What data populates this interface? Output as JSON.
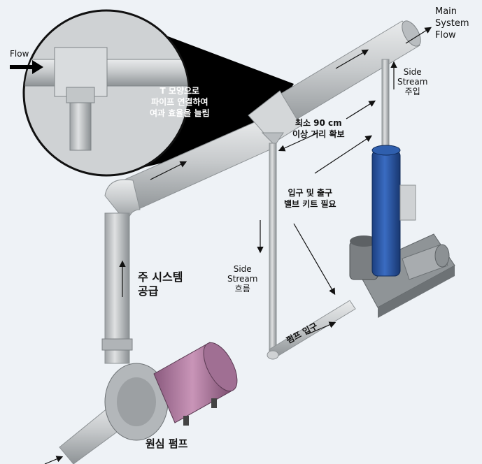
{
  "labels": {
    "flow": "Flow",
    "main_system_flow": "Main\nSystem\nFlow",
    "tee_note": "T 모양으로\n파이프 연결하여\n여과 효율을 늘림",
    "min_distance": "최소 90 cm\n이상 거리 확보",
    "side_stream_injection": "Side\nStream\n주입",
    "valve_kit": "입구 및 출구\n밸브 키트 필요",
    "side_stream_flow": "Side\nStream\n흐름",
    "main_system_supply": "주 시스템\n공급",
    "pump_inlet": "펌프 입구",
    "centrifugal_pump": "원심 펌프"
  },
  "colors": {
    "background": "#eef2f6",
    "pipe": "#c8cbcd",
    "motor": "#b784a8",
    "filter": "#2c5aa8",
    "magnifier": "#000000"
  }
}
